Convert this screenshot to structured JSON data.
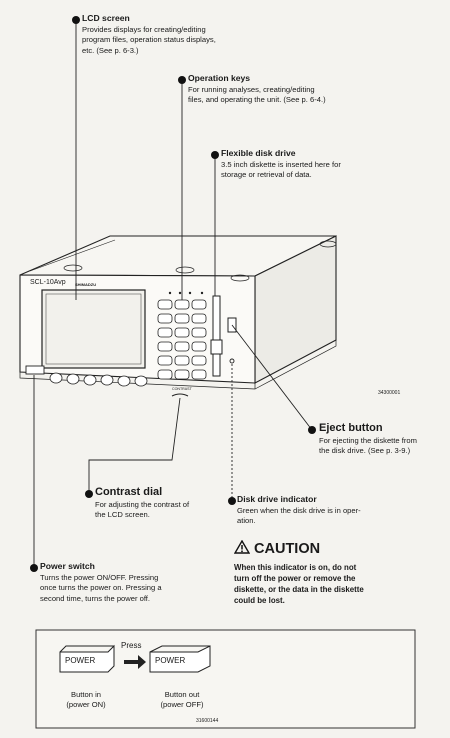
{
  "callouts": {
    "lcd_screen": {
      "title": "LCD screen",
      "desc": [
        "Provides displays for creating/editing",
        "program files, operation status displays,",
        "etc. (See p. 6-3.)"
      ]
    },
    "operation_keys": {
      "title": "Operation keys",
      "desc": [
        "For running analyses, creating/editing",
        "files, and operating the unit. (See p. 6-4.)"
      ]
    },
    "flexible_disk_drive": {
      "title": "Flexible disk drive",
      "desc": [
        "3.5 inch diskette is inserted here for",
        "storage or retrieval of data."
      ]
    },
    "eject_button": {
      "title": "Eject button",
      "desc": [
        "For ejecting the diskette from",
        "the disk drive. (See p. 3-9.)"
      ]
    },
    "contrast_dial": {
      "title": "Contrast dial",
      "desc": [
        "For adjusting the contrast of",
        "the LCD screen."
      ]
    },
    "disk_drive_indicator": {
      "title": "Disk drive indicator",
      "desc": [
        "Green when the disk drive is in oper-",
        "ation."
      ]
    },
    "power_switch": {
      "title": "Power switch",
      "desc": [
        "Turns the power ON/OFF. Pressing",
        "once turns the power on. Pressing a",
        "second time, turns the power off."
      ]
    }
  },
  "caution": {
    "title": "CAUTION",
    "body": [
      "When this indicator is on, do not",
      "turn off the power or remove the",
      "diskette, or the data in the diskette",
      "could be lost."
    ]
  },
  "device": {
    "model_label": "SCL-10Avp",
    "brand_label": "SHIMADZU",
    "contrast_label": "CONTRAST"
  },
  "figure_code_top": "34300001",
  "inset": {
    "press_label": "Press",
    "power_label": "POWER",
    "button_in": [
      "Button in",
      "(power ON)"
    ],
    "button_out": [
      "Button out",
      "(power OFF)"
    ],
    "figure_code": "31600144"
  }
}
